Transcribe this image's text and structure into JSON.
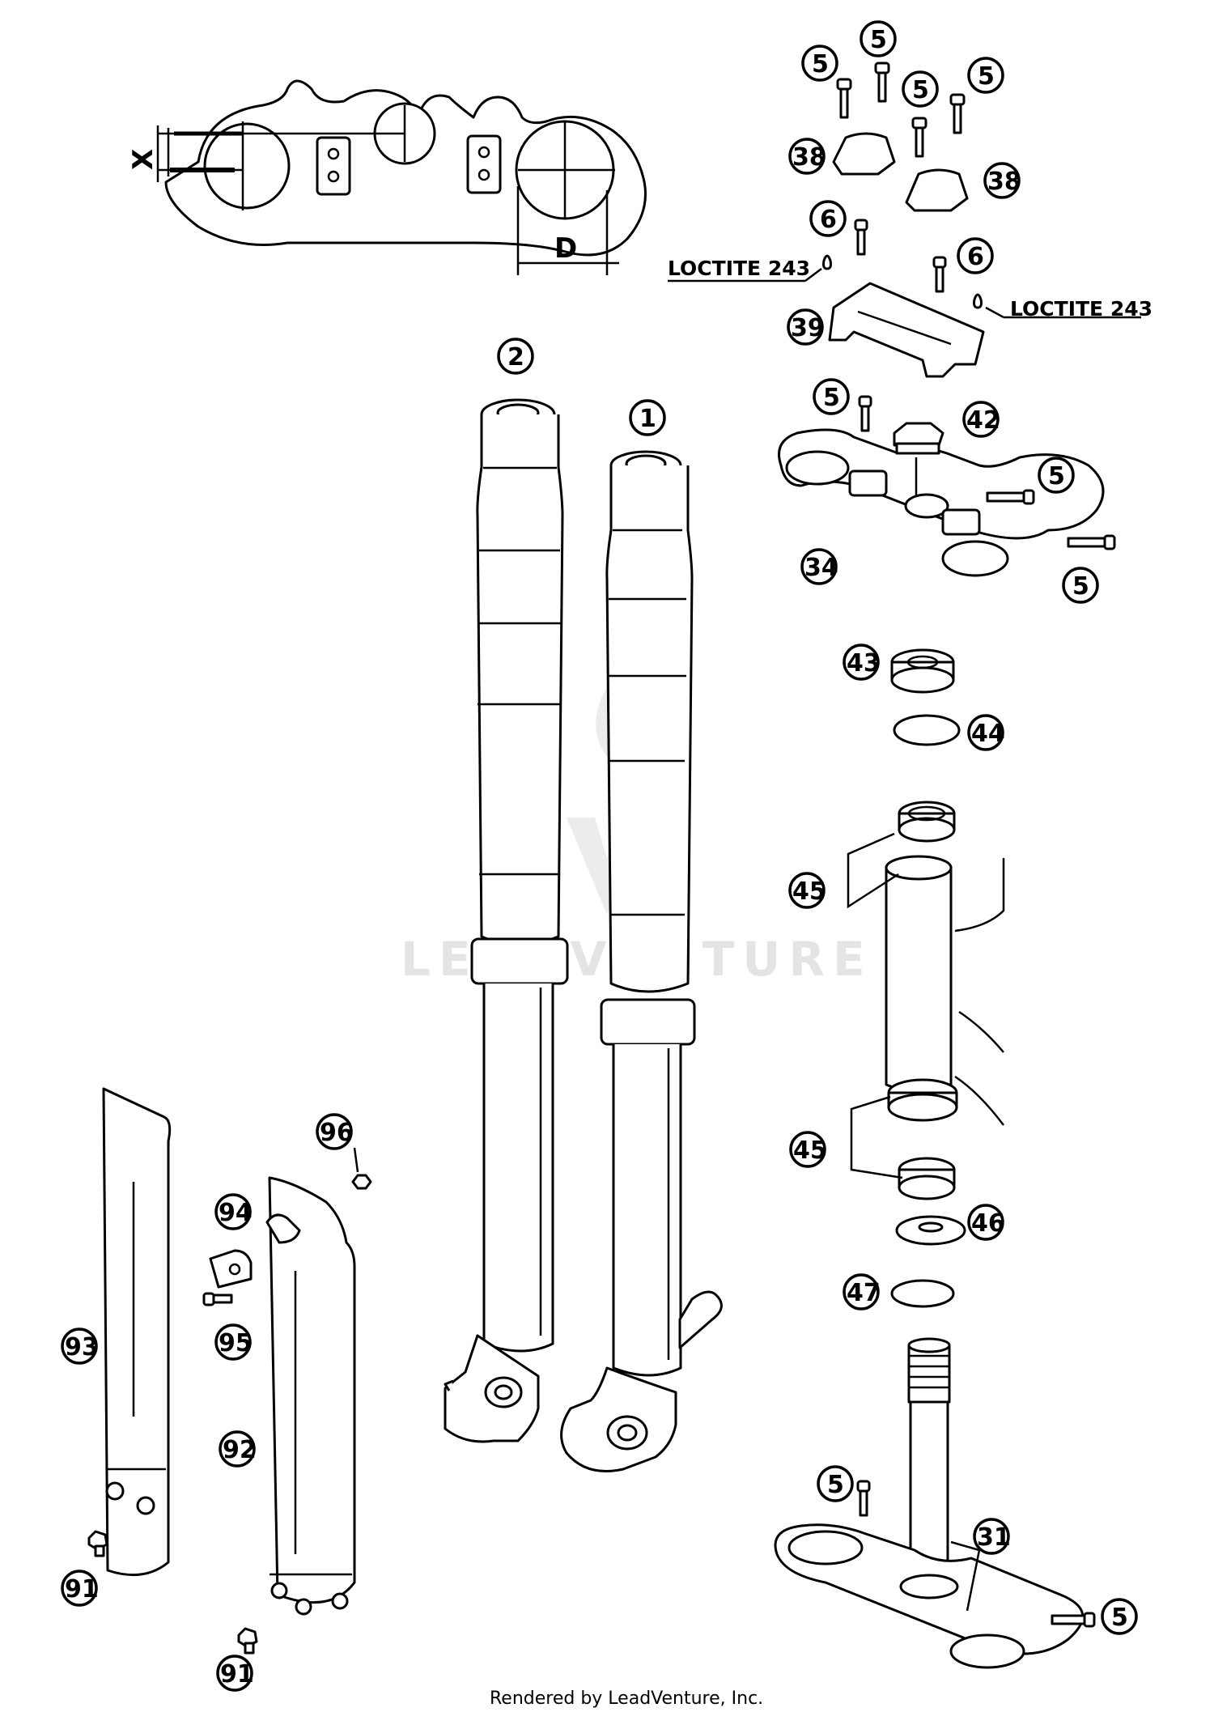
{
  "watermark": "LEADVENTURE",
  "footer": "Rendered by LeadVenture, Inc.",
  "dimensions": {
    "x": "X",
    "d": "D"
  },
  "notes": {
    "loctite_left": "LOCTITE 243",
    "loctite_right": "LOCTITE 243"
  },
  "callouts": {
    "c5a": "5",
    "c5b": "5",
    "c5c": "5",
    "c5d": "5",
    "c38a": "38",
    "c38b": "38",
    "c6a": "6",
    "c6b": "6",
    "c39": "39",
    "c2": "2",
    "c1": "1",
    "c5e": "5",
    "c42": "42",
    "c5f": "5",
    "c34": "34",
    "c5g": "5",
    "c43": "43",
    "c44": "44",
    "c45a": "45",
    "c45b": "45",
    "c46": "46",
    "c47": "47",
    "c96": "96",
    "c94": "94",
    "c95": "95",
    "c93": "93",
    "c92": "92",
    "c5h": "5",
    "c31": "31",
    "c5i": "5",
    "c91a": "91",
    "c91b": "91"
  }
}
